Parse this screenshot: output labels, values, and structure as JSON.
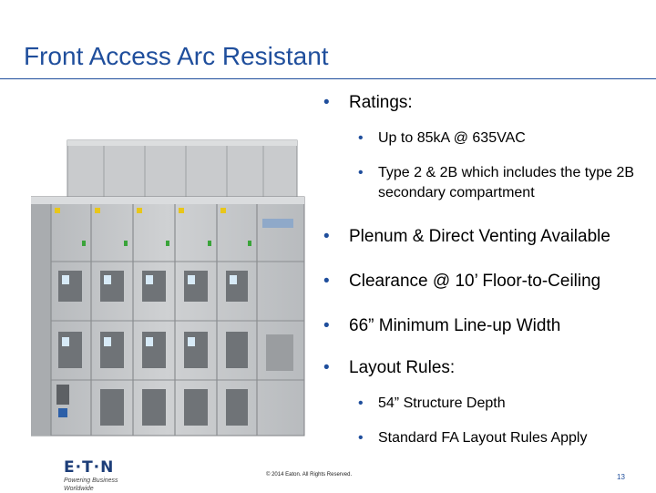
{
  "slide": {
    "title": "Front Access Arc Resistant",
    "bullets": [
      {
        "text": "Ratings:",
        "sub": [
          "Up to 85kA @ 635VAC",
          "Type 2 & 2B which includes the type 2B secondary compartment"
        ]
      },
      {
        "text": "Plenum & Direct Venting Available"
      },
      {
        "text": "Clearance @ 10’ Floor-to-Ceiling"
      },
      {
        "text": "66” Minimum Line-up Width"
      },
      {
        "text": "Layout Rules:",
        "sub": [
          "54” Structure Depth",
          "Standard FA Layout Rules Apply"
        ]
      }
    ]
  },
  "footer": {
    "logo_word": "E·T·N",
    "logo_tagline": "Powering Business Worldwide",
    "copyright": "© 2014 Eaton. All Rights Reserved.",
    "page_number": "13"
  },
  "colors": {
    "title_blue": "#1f4e9c",
    "cabinet_gray": "#c6c8ca",
    "panel_gray": "#b9bcbf",
    "accent_yellow": "#e8c61a",
    "indicator_green": "#3aa43a"
  }
}
